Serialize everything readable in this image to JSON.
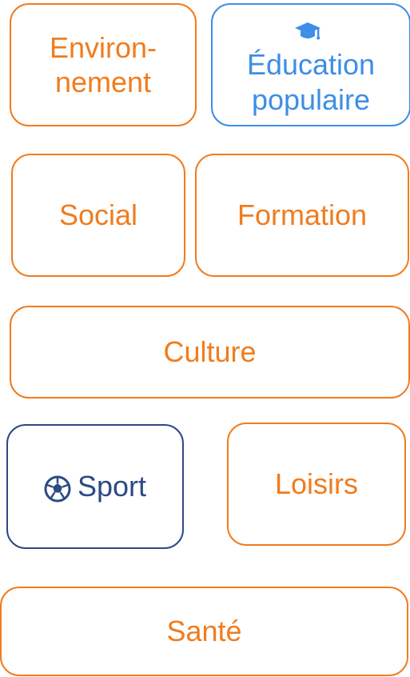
{
  "tiles": {
    "environnement": {
      "line1": "Environ-",
      "line2": "nement"
    },
    "education": {
      "line1": "Éducation",
      "line2": "populaire",
      "icon": "graduation-cap-icon"
    },
    "social": {
      "label": "Social"
    },
    "formation": {
      "label": "Formation"
    },
    "culture": {
      "label": "Culture"
    },
    "sport": {
      "label": "Sport",
      "icon": "soccer-ball-icon"
    },
    "loisirs": {
      "label": "Loisirs"
    },
    "sante": {
      "label": "Santé"
    }
  },
  "colors": {
    "orange": "#f07c1e",
    "blue": "#3c8ee6",
    "navy": "#2b4a84"
  }
}
